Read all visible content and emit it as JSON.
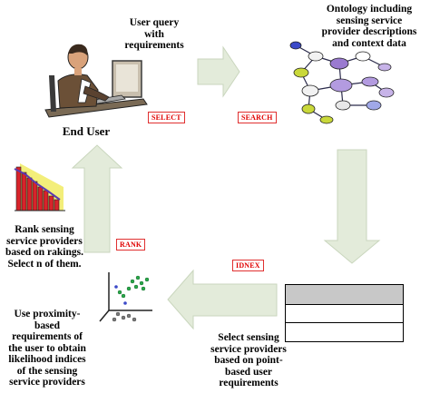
{
  "labels": {
    "user_query": "User query\nwith\nrequirements",
    "ontology": "Ontology including\nsensing service\nprovider descriptions\nand context data",
    "end_user": "End User",
    "rank_text": "Rank sensing\nservice providers\nbased on rakings.\nSelect n of them.",
    "select_providers": "Select sensing\nservice providers\nbased on point-\nbased user\nrequirements",
    "proximity": "Use proximity-\nbased\nrequirements of\nthe user to obtain\nlikelihood indices\nof the sensing\nservice providers"
  },
  "tags": {
    "select": "SELECT",
    "search": "SEARCH",
    "rank": "RANK",
    "index": "IDNEX"
  },
  "colors": {
    "arrow_fill": "#e3ebda",
    "arrow_stroke": "#c9d6bd",
    "tag_red": "#e00000"
  },
  "icons": [
    "user-at-computer-icon",
    "ontology-graph-icon",
    "bar-chart-icon",
    "scatter-plot-icon",
    "table-icon"
  ]
}
